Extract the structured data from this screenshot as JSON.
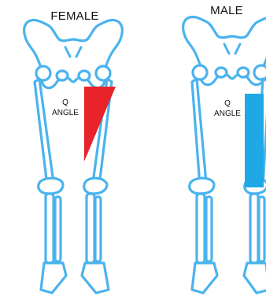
{
  "panels": [
    {
      "title": "FEMALE",
      "angle_label_line1": "Q",
      "angle_label_line2": "ANGLE",
      "angle_color": "#e8232a"
    },
    {
      "title": "MALE",
      "angle_label_line1": "Q",
      "angle_label_line2": "ANGLE",
      "angle_color": "#1ea9e6"
    }
  ],
  "colors": {
    "bone_outline": "#4ab3ee",
    "background": "#ffffff"
  }
}
